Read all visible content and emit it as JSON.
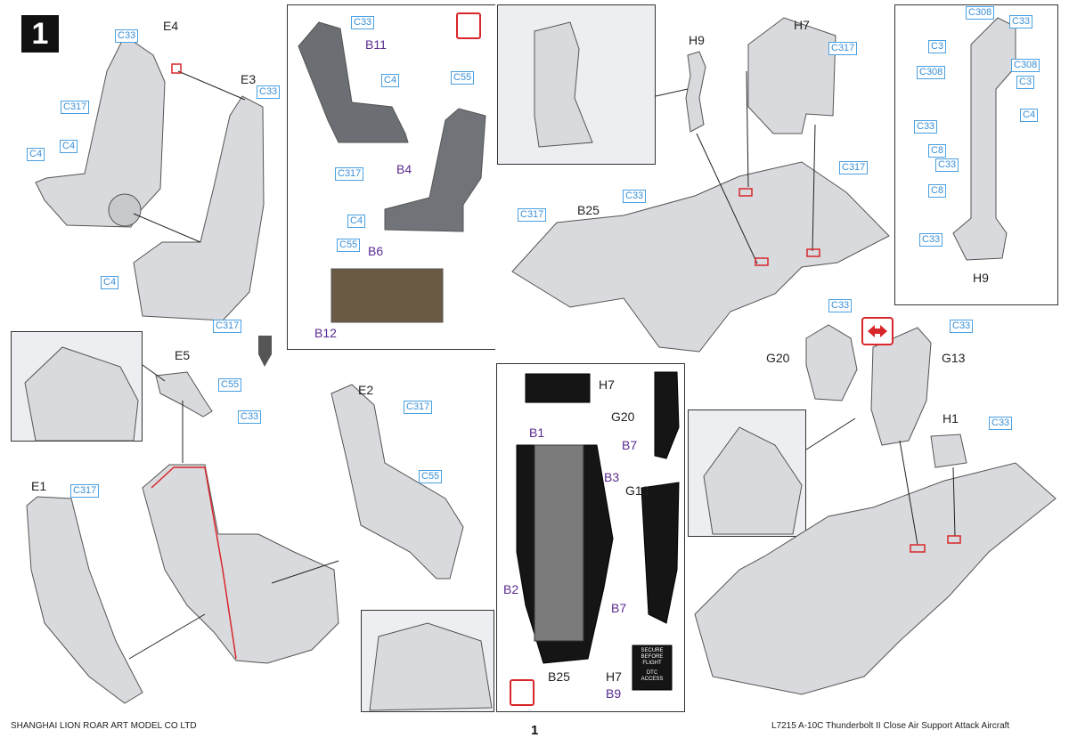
{
  "step_number": "1",
  "footer": {
    "company": "SHANGHAI LION ROAR ART MODEL CO LTD",
    "page_number": "1",
    "product": "L7215 A-10C Thunderbolt II Close Air Support Attack Aircraft"
  },
  "part_labels": {
    "e4": "E4",
    "e3": "E3",
    "e1": "E1",
    "e2": "E2",
    "e5": "E5",
    "b11": "B11",
    "b4": "B4",
    "b6": "B6",
    "b12": "B12",
    "h9_top": "H9",
    "h7_top": "H7",
    "b25_top": "B25",
    "h9_detail": "H9",
    "g20_right": "G20",
    "g13_right": "G13",
    "h1": "H1",
    "h7_decal": "H7",
    "b1": "B1",
    "g20_decal": "G20",
    "b7_a": "B7",
    "b3": "B3",
    "g13_decal": "G13",
    "b2": "B2",
    "b7_b": "B7",
    "b25_decal": "B25",
    "h7_bottom": "H7",
    "b9": "B9"
  },
  "color_tags": {
    "c33_a": "C33",
    "c317_a": "C317",
    "c4_a": "C4",
    "c4_b": "C4",
    "c33_b": "C33",
    "c4_c": "C4",
    "c317_b": "C317",
    "c33_c": "C33",
    "c4_d": "C4",
    "c55_a": "C55",
    "c317_c": "C317",
    "c4_e": "C4",
    "c55_b": "C55",
    "c317_d": "C317",
    "c33_d": "C33",
    "c317_e": "C317",
    "c317_f": "C317",
    "c308_a": "C308",
    "c33_e": "C33",
    "c3_a": "C3",
    "c308_b": "C308",
    "c308_c": "C308",
    "c3_b": "C3",
    "c33_f": "C33",
    "c4_f": "C4",
    "c8_a": "C8",
    "c33_g": "C33",
    "c8_b": "C8",
    "c33_h": "C33",
    "c55_c": "C55",
    "c33_i": "C33",
    "c317_g": "C317",
    "c317_h": "C317",
    "c55_d": "C55",
    "c33_j": "C33",
    "c33_k": "C33",
    "c33_l": "C33"
  },
  "placard_text": [
    "SECURE",
    "BEFORE",
    "FLIGHT",
    "",
    "DTC",
    "ACCESS"
  ],
  "colors": {
    "part_fill": "#d9dadd",
    "part_shade": "#b9babe",
    "line": "#222222",
    "callout_blue": "#3a8fd6",
    "attach_red": "#d8262a",
    "decal_black": "#151515",
    "decal_gray": "#7b7b7b"
  },
  "icons": [
    "step-number-badge",
    "flip-arrow-icon",
    "down-arrow-icon",
    "decal-symbol-icon"
  ]
}
